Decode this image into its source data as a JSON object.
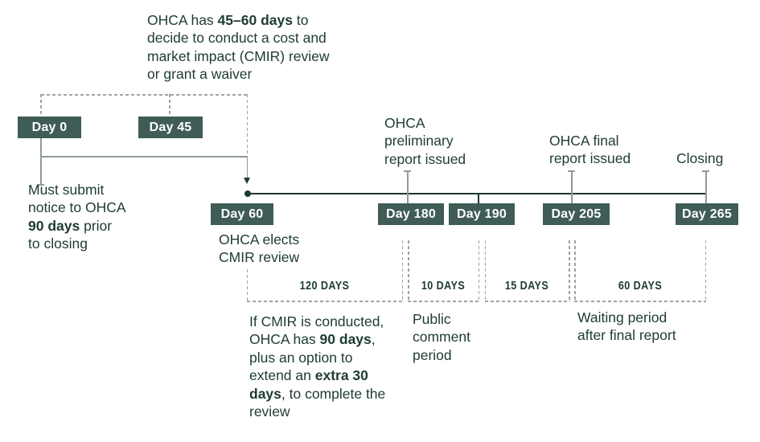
{
  "colors": {
    "box": "#3F5C56",
    "text": "#1E3B34",
    "line-gray": "#8E9B96",
    "dashed": "#9AA6A1",
    "timeline": "#1D3A33"
  },
  "milestones": [
    {
      "label": "Day 0"
    },
    {
      "label": "Day 45"
    },
    {
      "label": "Day 60"
    },
    {
      "label": "Day 180"
    },
    {
      "label": "Day 190"
    },
    {
      "label": "Day 205"
    },
    {
      "label": "Day 265"
    }
  ],
  "durations": [
    {
      "label": "120 DAYS"
    },
    {
      "label": "10 DAYS"
    },
    {
      "label": "15 DAYS"
    },
    {
      "label": "60 DAYS"
    }
  ],
  "notes": {
    "top_note": "OHCA has **45–60 days** to\ndecide to conduct a cost and\nmarket impact (CMIR) review\nor grant a waiver",
    "day0_note": "Must submit\nnotice to OHCA\n**90 days** prior\nto closing",
    "day60_note": "OHCA elects\nCMIR review",
    "preliminary_label": "OHCA\npreliminary\nreport issued",
    "final_label": "OHCA final\nreport issued",
    "closing_label": "Closing",
    "cmir_note": "If CMIR is conducted,\nOHCA has **90 days**,\nplus an option to\nextend an **extra 30**\n**days**, to complete the\nreview",
    "public_comment_note": "Public\ncomment\nperiod",
    "waiting_note": "Waiting period\nafter final report"
  }
}
